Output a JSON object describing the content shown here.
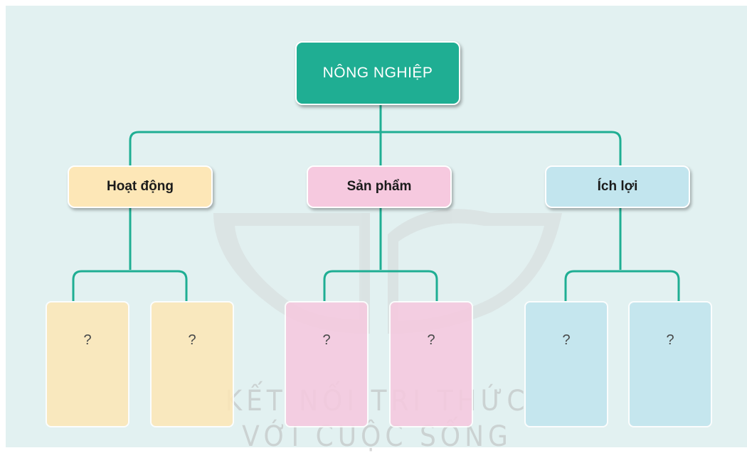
{
  "diagram": {
    "root": {
      "label": "NÔNG NGHIỆP"
    },
    "categories": [
      {
        "label": "Hoạt động",
        "children": [
          "?",
          "?"
        ],
        "color": "#fde7b7"
      },
      {
        "label": "Sản phẩm",
        "children": [
          "?",
          "?"
        ],
        "color": "#f6c9df"
      },
      {
        "label": "Ích lợi",
        "children": [
          "?",
          "?"
        ],
        "color": "#c2e5ee"
      }
    ],
    "colors": {
      "root": "#1fae93",
      "connector": "#1fae93",
      "background": "#e2f1f1"
    }
  },
  "watermark": {
    "line1": "KẾT NỐI TRI THỨC",
    "line2": "VỚI CUỘC SỐNG"
  }
}
